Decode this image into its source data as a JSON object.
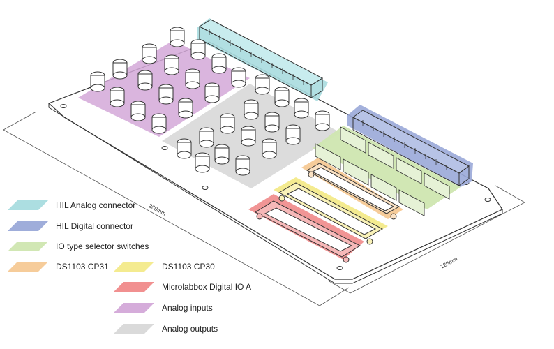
{
  "legend": [
    {
      "label": "HIL Analog connector",
      "color": "#a8dcdf",
      "icon": "swatch-cyan"
    },
    {
      "label": "HIL Digital connector",
      "color": "#9aa9d8",
      "icon": "swatch-blue"
    },
    {
      "label": "IO type selector switches",
      "color": "#cfe6b0",
      "icon": "swatch-green"
    },
    {
      "label": "DS1103 CP31",
      "color": "#f6c995",
      "icon": "swatch-orange"
    },
    {
      "label": "DS1103 CP30",
      "color": "#f3ea8a",
      "icon": "swatch-yellow"
    },
    {
      "label": "Microlabbox Digital IO A",
      "color": "#f08a8a",
      "icon": "swatch-red"
    },
    {
      "label": "Analog inputs",
      "color": "#d3a8d8",
      "icon": "swatch-purple"
    },
    {
      "label": "Analog outputs",
      "color": "#d8d8d8",
      "icon": "swatch-gray"
    }
  ],
  "dimensions": {
    "width": "260mm",
    "height": "125mm"
  },
  "colors": {
    "outline": "#333333",
    "board": "#ffffff"
  }
}
